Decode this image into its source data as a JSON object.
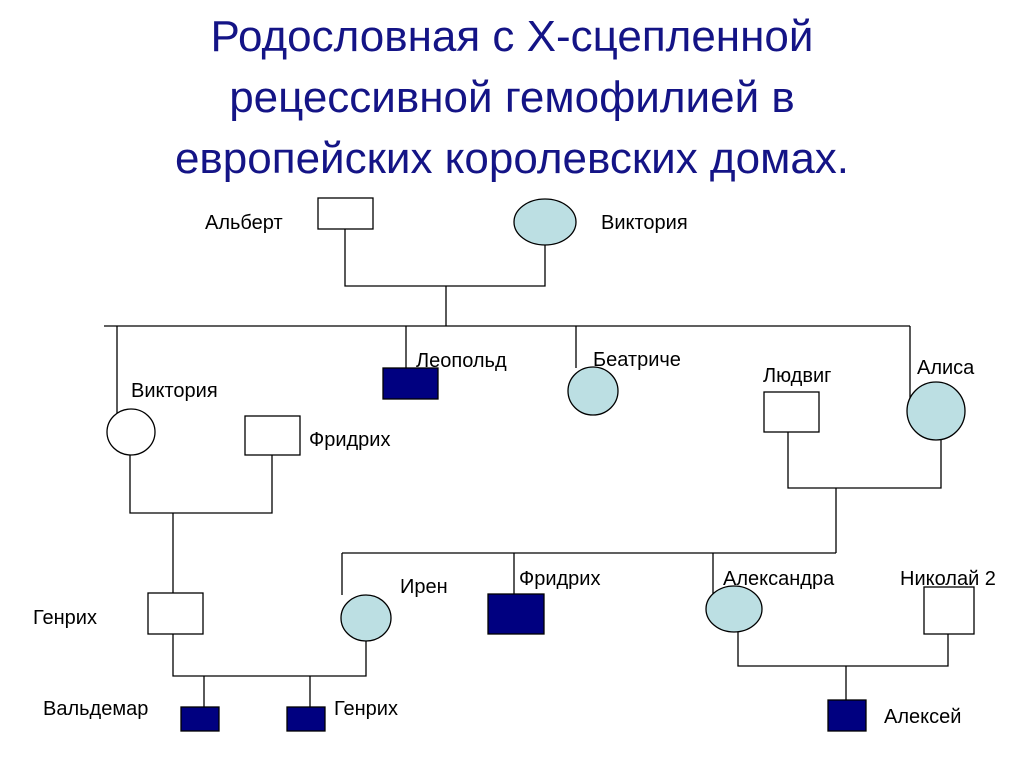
{
  "title": {
    "line1": "Родословная с Х-сцепленной",
    "line2": "рецессивной гемофилией в",
    "line3": "европейских королевских домах."
  },
  "colors": {
    "title": "#141486",
    "affected_fill": "#000080",
    "carrier_fill": "#bcdfe3",
    "unaffected_fill": "#ffffff",
    "line": "#000000"
  },
  "legend_semantics": {
    "square": "male",
    "circle": "female",
    "dark_fill": "affected",
    "light_blue_fill": "carrier"
  },
  "people": {
    "albert": "Альберт",
    "victoria": "Виктория",
    "leopold": "Леопольд",
    "beatrice": "Беатриче",
    "ludwig": "Людвиг",
    "alice": "Алиса",
    "victoria_daughter": "Виктория",
    "friedrich": "Фридрих",
    "heinrich": "Генрих",
    "irene": "Ирен",
    "friedrich_son": "Фридрих",
    "alexandra": "Александра",
    "nicholas": "Николай 2",
    "waldemar": "Вальдемар",
    "heinrich_son": "Генрих",
    "alexei": "Алексей"
  }
}
